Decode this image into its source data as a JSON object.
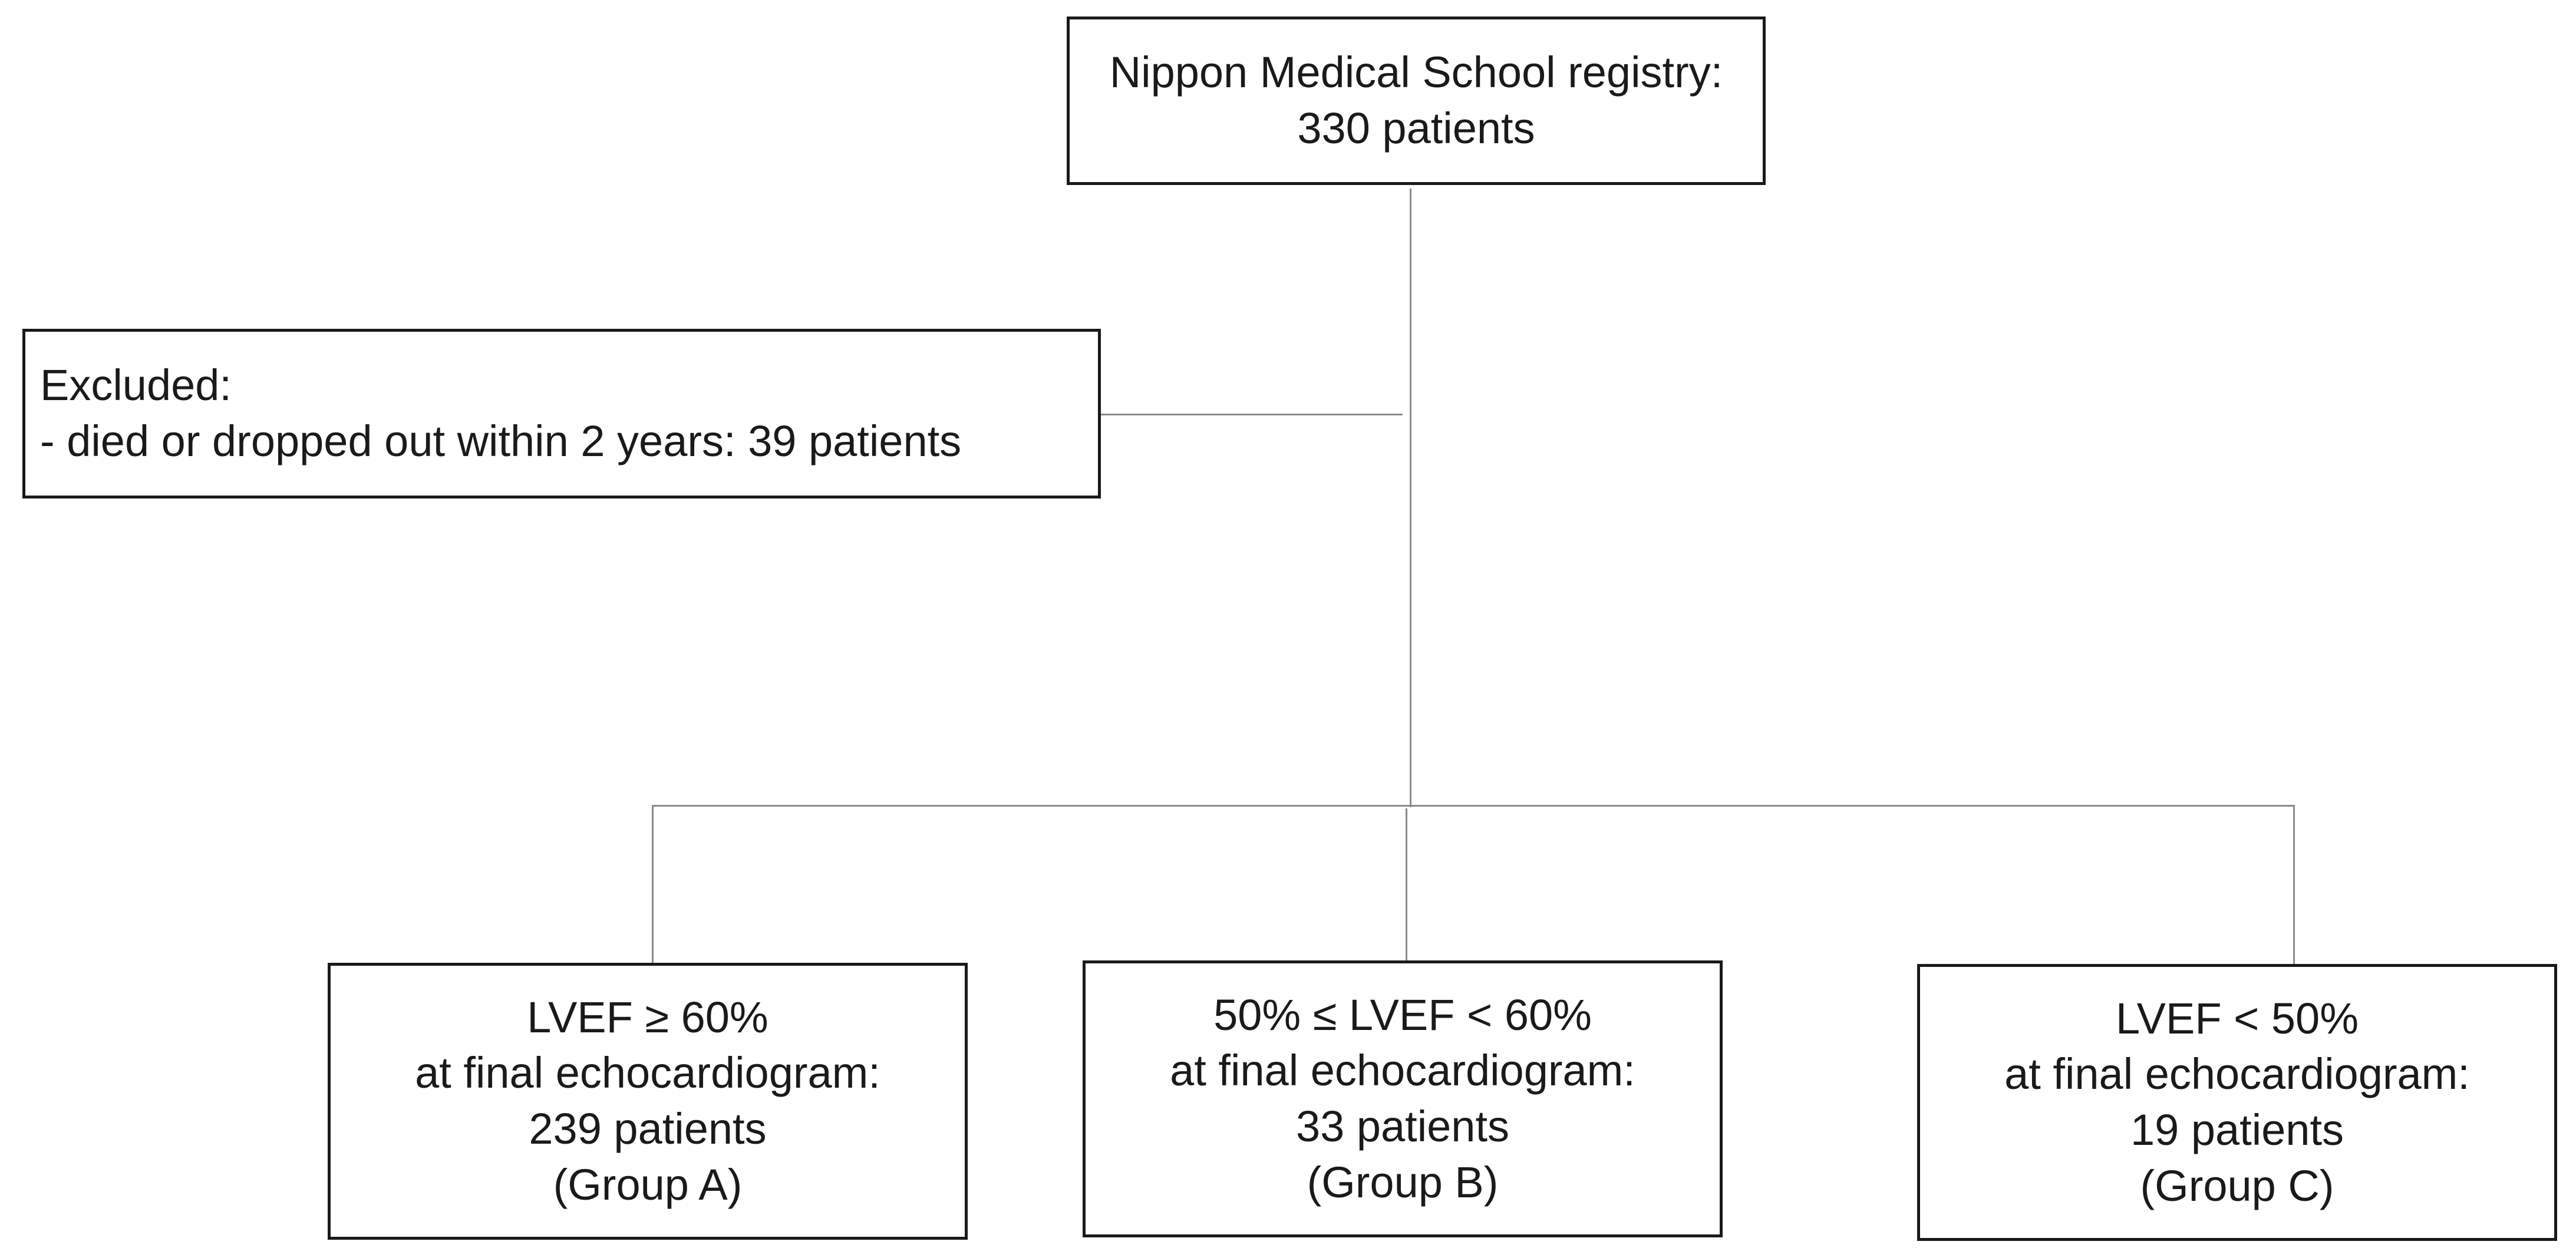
{
  "diagram": {
    "top_box": {
      "lines": [
        "Nippon Medical School registry:",
        "330 patients"
      ]
    },
    "excluded_box": {
      "lines": [
        "Excluded:",
        "- died or dropped out within 2 years: 39 patients"
      ]
    },
    "groups": [
      {
        "lines": [
          "LVEF ≥ 60%",
          "at final echocardiogram:",
          "239 patients",
          "(Group A)"
        ]
      },
      {
        "lines": [
          "50% ≤ LVEF < 60%",
          "at final echocardiogram:",
          "33 patients",
          "(Group B)"
        ]
      },
      {
        "lines": [
          "LVEF < 50%",
          "at final echocardiogram:",
          "19 patients",
          "(Group C)"
        ]
      }
    ]
  }
}
